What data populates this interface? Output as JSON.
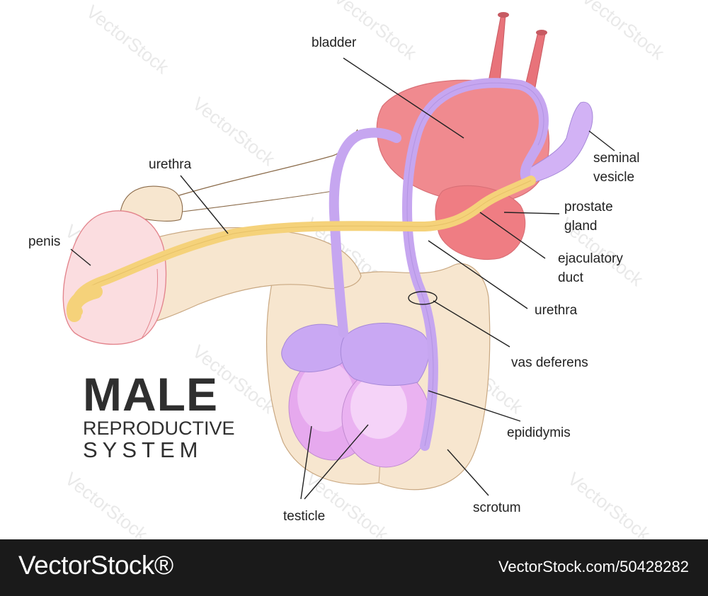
{
  "title": {
    "main": "MALE",
    "line2": "REPRODUCTIVE",
    "line3": "SYSTEM"
  },
  "labels": {
    "bladder": "bladder",
    "urethra_top": "urethra",
    "penis": "penis",
    "seminal_vesicle_1": "seminal",
    "seminal_vesicle_2": "vesicle",
    "prostate_1": "prostate",
    "prostate_2": "gland",
    "ejaculatory_1": "ejaculatory",
    "ejaculatory_2": "duct",
    "urethra_right": "urethra",
    "vas_deferens": "vas deferens",
    "epididymis": "epididymis",
    "scrotum": "scrotum",
    "testicle": "testicle"
  },
  "watermark": "VectorStock",
  "footer": {
    "brand": "VectorStock®",
    "ref": "VectorStock.com/50428282"
  },
  "colors": {
    "bladder": "#f08a8f",
    "prostate": "#ef7d83",
    "vessel": "#e8737a",
    "vas": "#c6a6f0",
    "urethra": "#f5d27a",
    "skin": "#f7e6cf",
    "glans": "#fbdde0",
    "testis": "#e9b0ef",
    "footer_bg": "#1a1a1a"
  }
}
